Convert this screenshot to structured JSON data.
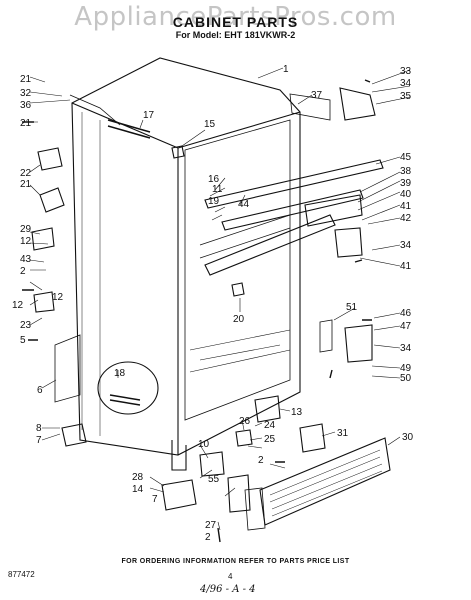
{
  "header": {
    "watermark": "AppliancePartsPros.com",
    "title": "CABINET PARTS",
    "model_line": "For Model: EHT 181VKWR-2"
  },
  "diagram": {
    "callouts": [
      "1",
      "2",
      "5",
      "6",
      "7",
      "8",
      "10",
      "12",
      "13",
      "14",
      "15",
      "16",
      "17",
      "18",
      "19",
      "20",
      "21",
      "22",
      "23",
      "24",
      "25",
      "26",
      "27",
      "28",
      "29",
      "30",
      "31",
      "32",
      "33",
      "34",
      "35",
      "36",
      "37",
      "38",
      "39",
      "40",
      "41",
      "42",
      "43",
      "44",
      "45",
      "46",
      "47",
      "49",
      "50",
      "51",
      "55"
    ]
  },
  "footer": {
    "ordering_note": "FOR ORDERING INFORMATION REFER TO PARTS PRICE LIST",
    "page_number": "4",
    "doc_id": "877472",
    "handwritten_note": "4/96 - A - 4"
  }
}
